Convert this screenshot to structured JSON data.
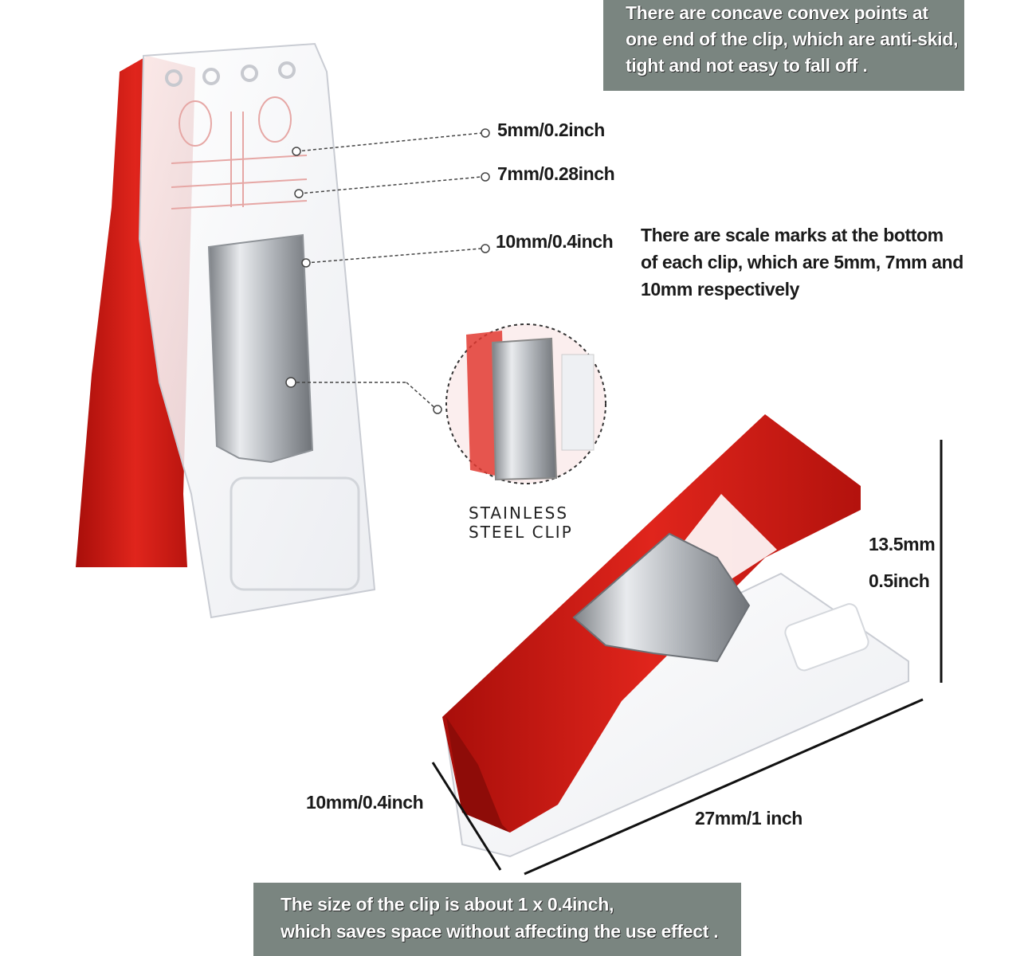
{
  "top_banner": {
    "lines": [
      "There are concave convex points at",
      "one end of the clip, which are anti-skid,",
      "tight and not easy to fall off ."
    ]
  },
  "scale_marks": {
    "mark_5": "5mm/0.2inch",
    "mark_7": "7mm/0.28inch",
    "mark_10": "10mm/0.4inch"
  },
  "scale_description": {
    "lines": [
      "There are scale marks at the bottom",
      "of each clip, which are 5mm, 7mm and",
      "10mm respectively"
    ]
  },
  "steel_clip_label": {
    "lines": [
      "STAINLESS",
      "STEEL CLIP"
    ]
  },
  "dimensions": {
    "height_mm": "13.5mm",
    "height_inch": "0.5inch",
    "width": "10mm/0.4inch",
    "length": "27mm/1 inch"
  },
  "bottom_banner": {
    "lines": [
      "The size of the clip is about 1 x 0.4inch,",
      "which saves space without affecting the use effect ."
    ]
  },
  "colors": {
    "clip_red": "#d21a14",
    "banner_gray": "#7a8580",
    "steel": "#b9bcc0"
  }
}
